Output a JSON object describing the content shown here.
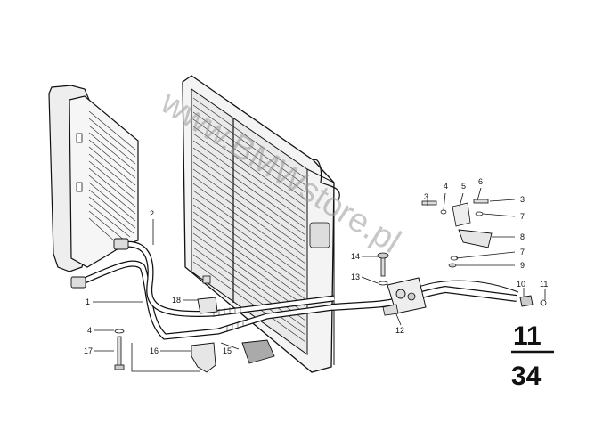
{
  "watermark": "www.BMWstore.pl",
  "section": {
    "group": "11",
    "page": "34"
  },
  "callouts": {
    "c1": "1",
    "c2": "2",
    "c3a": "3",
    "c3b": "3",
    "c4a": "4",
    "c4b": "4",
    "c5": "5",
    "c6": "6",
    "c7a": "7",
    "c7b": "7",
    "c8": "8",
    "c9": "9",
    "c10": "10",
    "c11": "11",
    "c12": "12",
    "c13": "13",
    "c14": "14",
    "c15": "15",
    "c16": "16",
    "c17": "17",
    "c18": "18"
  },
  "colors": {
    "ink": "#111111",
    "paper": "#ffffff",
    "watermark": "#9a9a9a"
  }
}
